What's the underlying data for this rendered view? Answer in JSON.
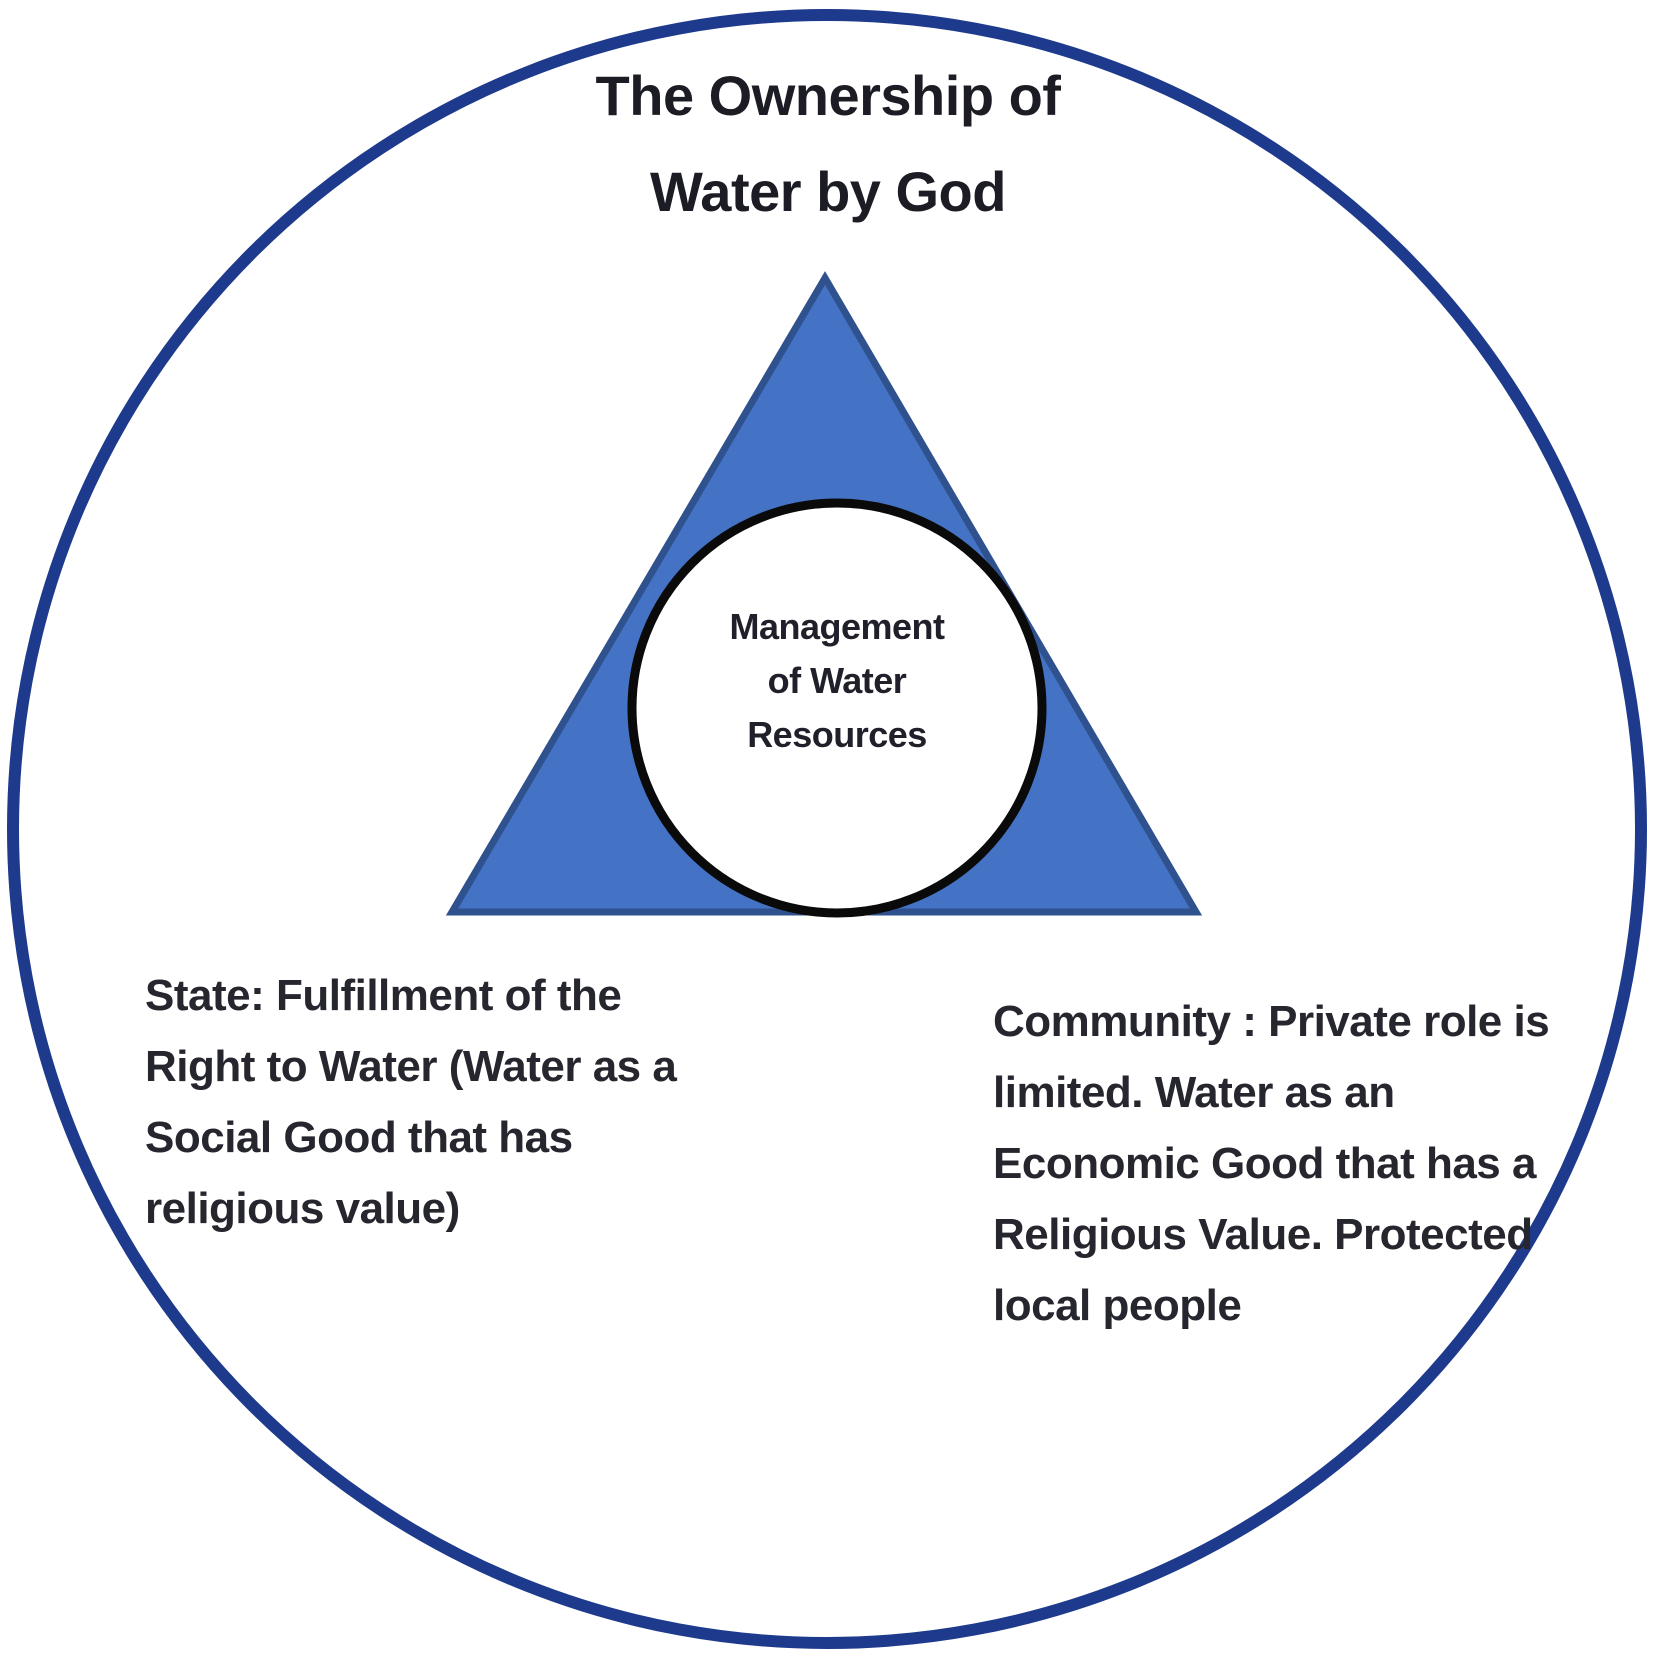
{
  "diagram": {
    "title": "The Ownership of\nWater by God",
    "center_label": "Management\nof Water\nResources",
    "left_label": "State: Fulfillment of the\nRight to Water (Water as a\nSocial Good that has\nreligious value)",
    "right_label": "Community : Private role is\nlimited. Water as an\nEconomic Good that has a\nReligious Value. Protected\nlocal people",
    "colors": {
      "outer_circle_border": "#1e3a8c",
      "triangle_fill": "#4472c4",
      "triangle_border": "#2f528f",
      "inner_circle_border": "#0a0a0a",
      "inner_circle_fill": "#ffffff"
    }
  }
}
